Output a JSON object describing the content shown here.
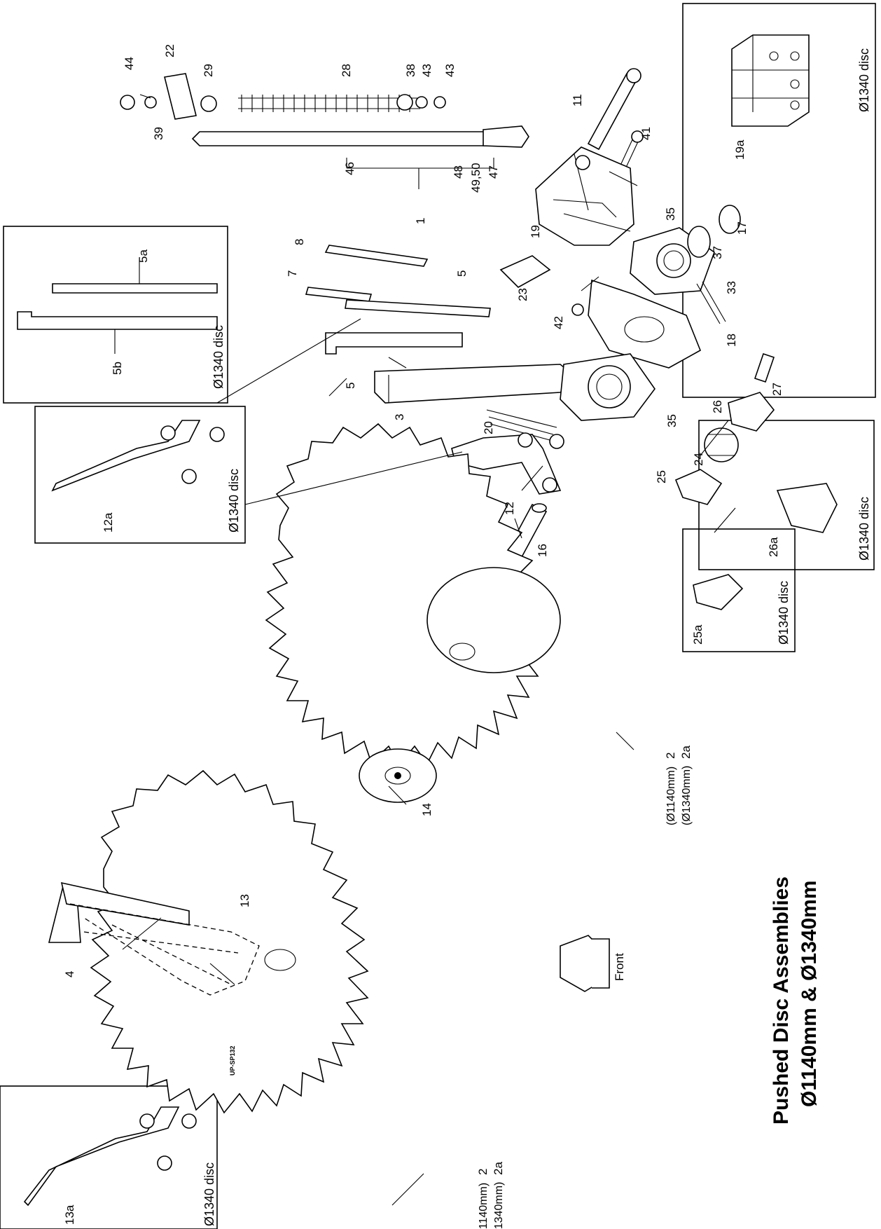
{
  "title": {
    "line1": "Pushed Disc Assemblies",
    "line2": "Ø1140mm & Ø1340mm"
  },
  "front_label": "Front",
  "drawing_ref": "UP-SP132",
  "box_label": "Ø1340 disc",
  "disc_sizes": {
    "small": "(Ø1140mm)",
    "large": "(Ø1340mm)",
    "small_num": "2",
    "large_num": "2a"
  },
  "callouts": {
    "c1": "1",
    "c3": "3",
    "c4": "4",
    "c5": "5",
    "c5b": "5",
    "c5a": "5a",
    "c5b2": "5b",
    "c7": "7",
    "c8": "8",
    "c11": "11",
    "c12": "12",
    "c12a": "12a",
    "c13": "13",
    "c13a": "13a",
    "c14": "14",
    "c16": "16",
    "c17": "17",
    "c18": "18",
    "c19": "19",
    "c19a": "19a",
    "c20": "20",
    "c22": "22",
    "c23": "23",
    "c24": "24",
    "c25": "25",
    "c25a": "25a",
    "c26": "26",
    "c26a": "26a",
    "c27": "27",
    "c28": "28",
    "c29": "29",
    "c33": "33",
    "c35a": "35",
    "c35b": "35",
    "c37": "37",
    "c38": "38",
    "c39": "39",
    "c41": "41",
    "c42": "42",
    "c43a": "43",
    "c43b": "43",
    "c44": "44",
    "c46": "46",
    "c47": "47",
    "c48": "48",
    "c4950": "49,50"
  }
}
